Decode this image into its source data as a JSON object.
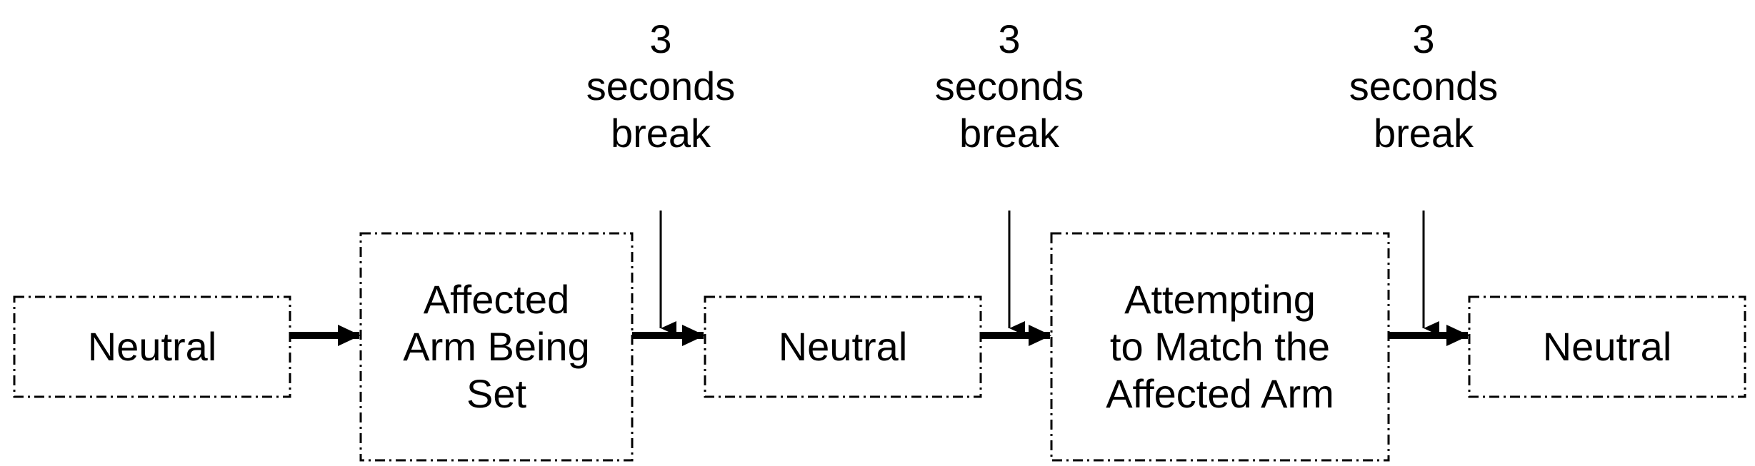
{
  "diagram": {
    "steps": [
      {
        "id": "neutral-1",
        "label": "Neutral"
      },
      {
        "id": "affected-arm-set",
        "label": "Affected\nArm Being\nSet"
      },
      {
        "id": "neutral-2",
        "label": "Neutral"
      },
      {
        "id": "attempting-match",
        "label": "Attempting\nto Match the\nAffected Arm"
      },
      {
        "id": "neutral-3",
        "label": "Neutral"
      }
    ],
    "breaks": [
      {
        "label": "3\nseconds\nbreak"
      },
      {
        "label": "3\nseconds\nbreak"
      },
      {
        "label": "3\nseconds\nbreak"
      }
    ],
    "colors": {
      "stroke": "#000000",
      "background": "#ffffff"
    }
  }
}
